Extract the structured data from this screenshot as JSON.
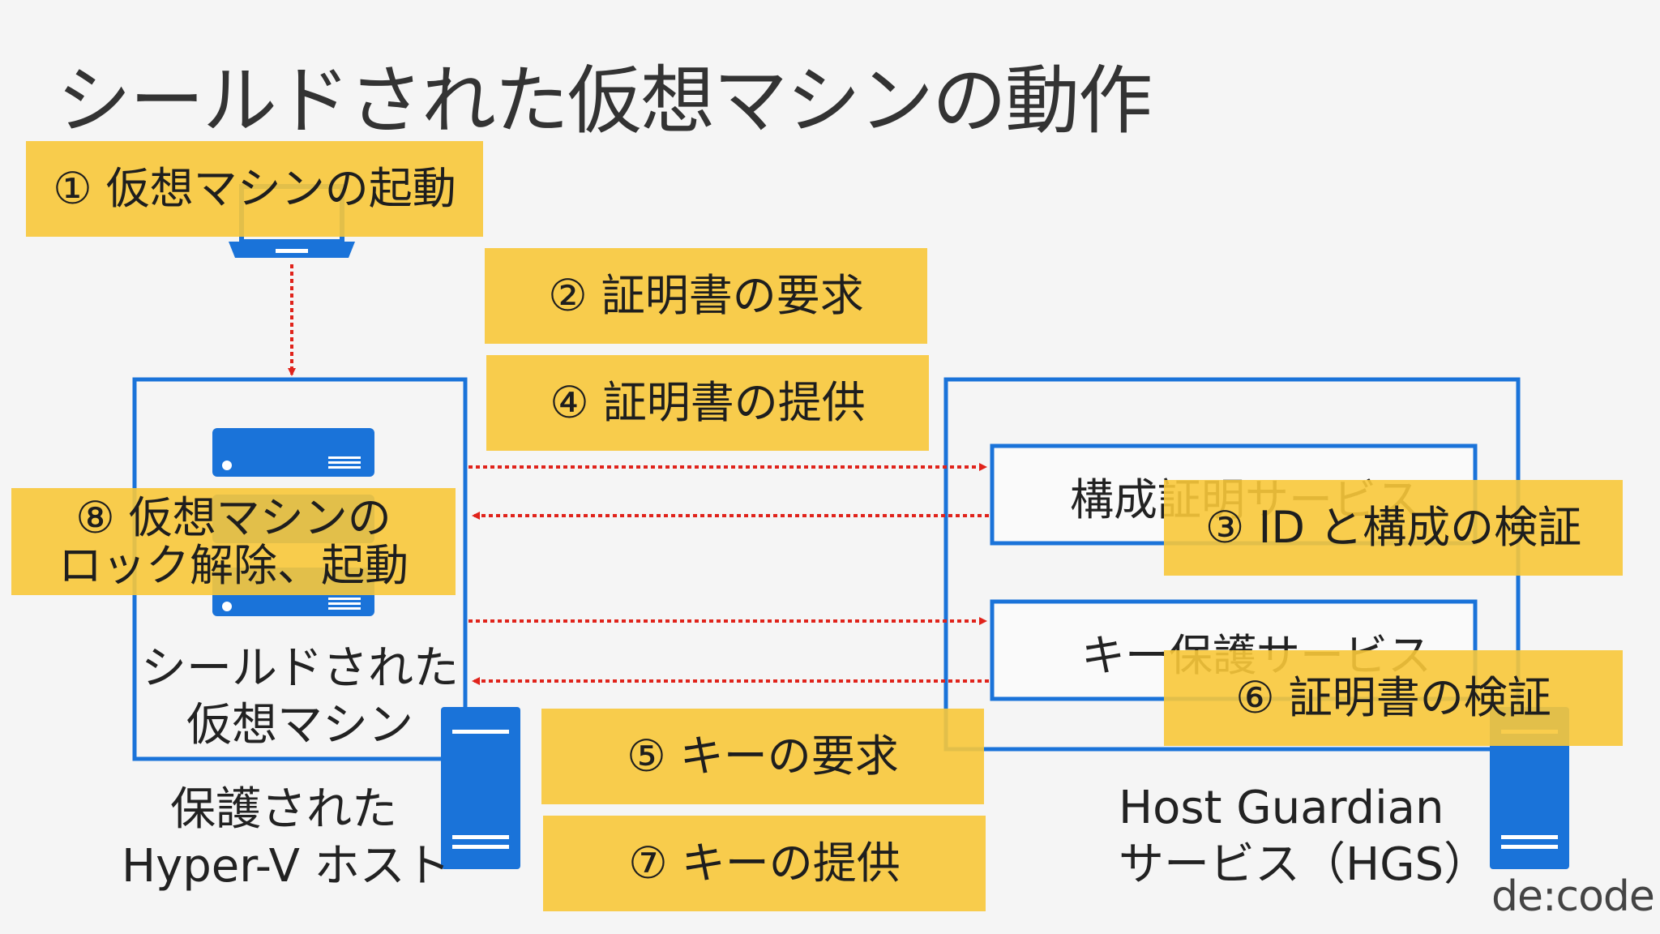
{
  "title": "シールドされた仮想マシンの動作",
  "steps": {
    "s1": "① 仮想マシンの起動",
    "s2": "② 証明書の要求",
    "s3": "③ ID と構成の検証",
    "s4": "④ 証明書の提供",
    "s5": "⑤ キーの要求",
    "s6": "⑥ 証明書の検証",
    "s7": "⑦ キーの提供",
    "s8_line1": "⑧ 仮想マシンの",
    "s8_line2": "ロック解除、起動"
  },
  "host": {
    "vm_label_line1": "シールドされた",
    "vm_label_line2": "仮想マシン",
    "host_label_line1": "保護された",
    "host_label_line2": "Hyper-V ホスト"
  },
  "hgs": {
    "attestation_service": "構成証明サービス",
    "key_protection_service": "キー保護サービス",
    "label_line1": "Host Guardian",
    "label_line2": "サービス（HGS）"
  },
  "logo": "de:code",
  "colors": {
    "blue": "#1a73d9",
    "yellow": "#f8c83a",
    "arrow_red": "#e0231b",
    "background": "#f5f5f5"
  }
}
